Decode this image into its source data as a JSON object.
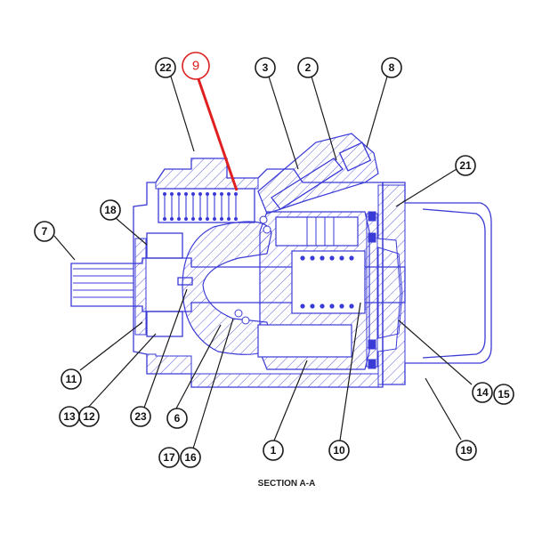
{
  "diagram": {
    "caption": "SECTION A-A",
    "colors": {
      "drawing": "#3a3ad6",
      "callout": "#1a1a1a",
      "highlight": "#e02020",
      "background": "#ffffff"
    },
    "highlight": {
      "label": "9"
    },
    "callouts": [
      {
        "id": "22",
        "label": "22"
      },
      {
        "id": "3",
        "label": "3"
      },
      {
        "id": "2",
        "label": "2"
      },
      {
        "id": "8",
        "label": "8"
      },
      {
        "id": "21",
        "label": "21"
      },
      {
        "id": "18",
        "label": "18"
      },
      {
        "id": "7",
        "label": "7"
      },
      {
        "id": "11",
        "label": "11"
      },
      {
        "id": "13",
        "label": "13"
      },
      {
        "id": "12",
        "label": "12"
      },
      {
        "id": "23",
        "label": "23"
      },
      {
        "id": "6",
        "label": "6"
      },
      {
        "id": "17",
        "label": "17"
      },
      {
        "id": "16",
        "label": "16"
      },
      {
        "id": "1",
        "label": "1"
      },
      {
        "id": "10",
        "label": "10"
      },
      {
        "id": "14",
        "label": "14"
      },
      {
        "id": "15",
        "label": "15"
      },
      {
        "id": "19",
        "label": "19"
      }
    ]
  }
}
